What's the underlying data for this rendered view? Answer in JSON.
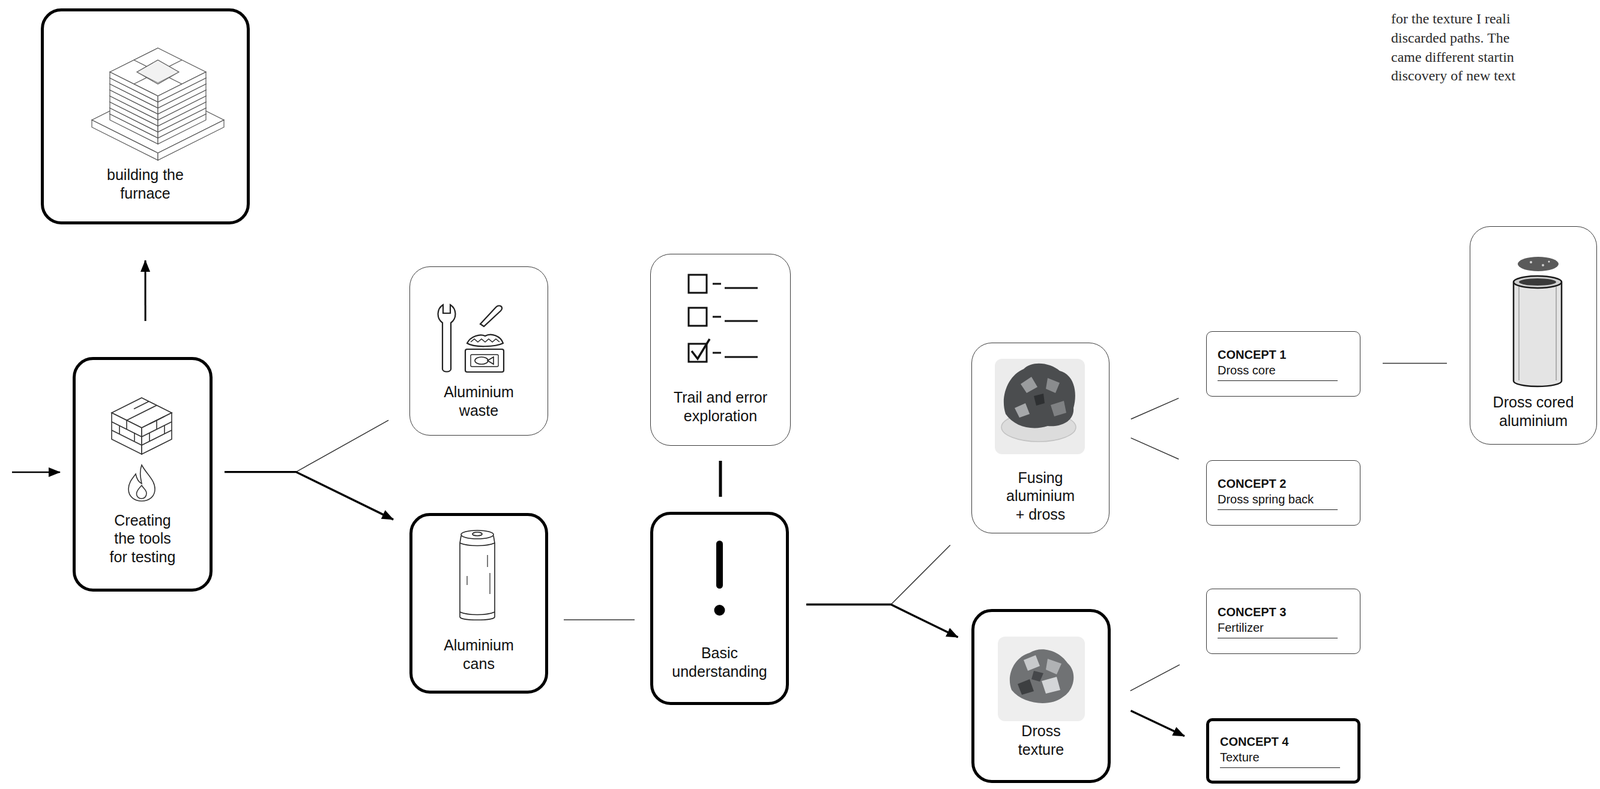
{
  "diagram": {
    "nodes": [
      {
        "text": [
          "building the furnace"
        ]
      },
      {
        "text": [
          "Creating the tools for testing"
        ]
      },
      {
        "text": [
          "Aluminium waste"
        ]
      },
      {
        "text": [
          "Aluminium cans"
        ]
      },
      {
        "text": [
          "Trail and error exploration"
        ]
      },
      {
        "text": [
          "Basic understanding"
        ]
      },
      {
        "text": [
          "Fusing aluminium + dross"
        ]
      },
      {
        "text": [
          "Dross texture"
        ]
      },
      {
        "text": [
          "CONCEPT 1",
          "Dross core"
        ]
      },
      {
        "text": [
          "CONCEPT 2",
          "Dross spring back"
        ]
      },
      {
        "text": [
          "CONCEPT 3",
          "Fertilizer"
        ]
      },
      {
        "text": [
          "CONCEPT 4",
          "Texture"
        ]
      },
      {
        "text": [
          "Dross cored aluminium"
        ]
      }
    ],
    "edges": [
      {
        "from": 1,
        "to": 0,
        "arrow": "to"
      },
      {
        "from": 1,
        "to": 2,
        "arrow": "none"
      },
      {
        "from": 1,
        "to": 3,
        "arrow": "to"
      },
      {
        "from": 3,
        "to": 5,
        "arrow": "none"
      },
      {
        "from": 4,
        "to": 5,
        "arrow": "none"
      },
      {
        "from": 5,
        "to": 6,
        "arrow": "none"
      },
      {
        "from": 5,
        "to": 7,
        "arrow": "to"
      },
      {
        "from": 6,
        "to": 8,
        "arrow": "none"
      },
      {
        "from": 6,
        "to": 9,
        "arrow": "none"
      },
      {
        "from": 7,
        "to": 10,
        "arrow": "none"
      },
      {
        "from": 7,
        "to": 11,
        "arrow": "to"
      },
      {
        "from": 8,
        "to": 12,
        "arrow": "none"
      }
    ],
    "labels": [
      "for the texture I reali",
      "discarded paths. The",
      "came different startin",
      "discovery of new text"
    ]
  }
}
